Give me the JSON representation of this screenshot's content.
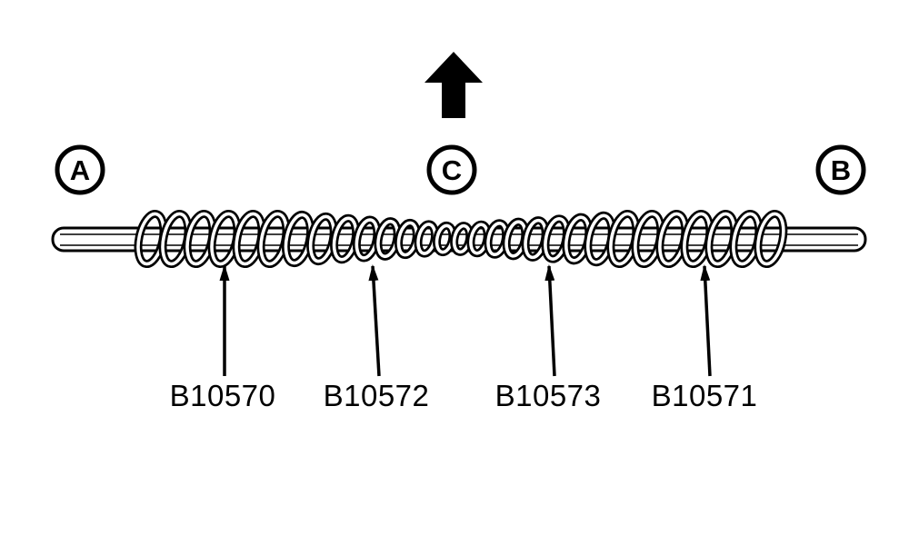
{
  "page": {
    "background": "#ffffff",
    "line_color": "#000000"
  },
  "diagram": {
    "direction_arrow": {
      "icon": "up-arrow"
    },
    "callouts": [
      {
        "label": "A"
      },
      {
        "label": "C"
      },
      {
        "label": "B"
      }
    ],
    "part_labels": [
      {
        "label": "B10570"
      },
      {
        "label": "B10572"
      },
      {
        "label": "B10573"
      },
      {
        "label": "B10571"
      }
    ]
  }
}
